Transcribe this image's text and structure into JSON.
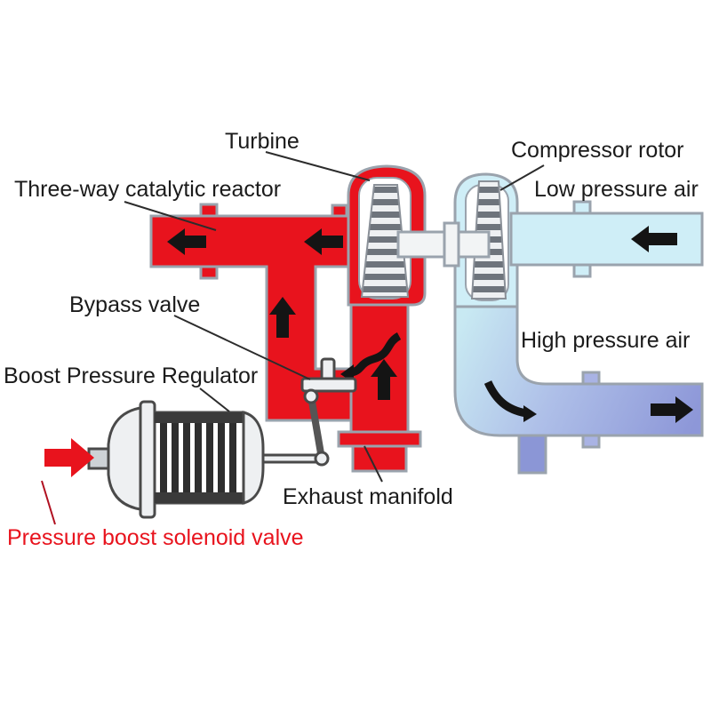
{
  "labels": {
    "turbine": "Turbine",
    "compressor_rotor": "Compressor rotor",
    "three_way_catalytic_reactor": "Three-way catalytic reactor",
    "low_pressure_air": "Low pressure air",
    "bypass_valve": "Bypass valve",
    "high_pressure_air": "High pressure air",
    "boost_pressure_regulator": "Boost Pressure Regulator",
    "exhaust_manifold": "Exhaust manifold",
    "pressure_boost_solenoid_valve": "Pressure boost solenoid valve"
  },
  "colors": {
    "exhaust_red": "#e8131d",
    "low_pressure": "#cfeef7",
    "high_pressure": "#8d97d8",
    "outline": "#9aa3ad",
    "arrow": "#141414",
    "label": "#1b1b1b",
    "label_red": "#e8131d"
  }
}
